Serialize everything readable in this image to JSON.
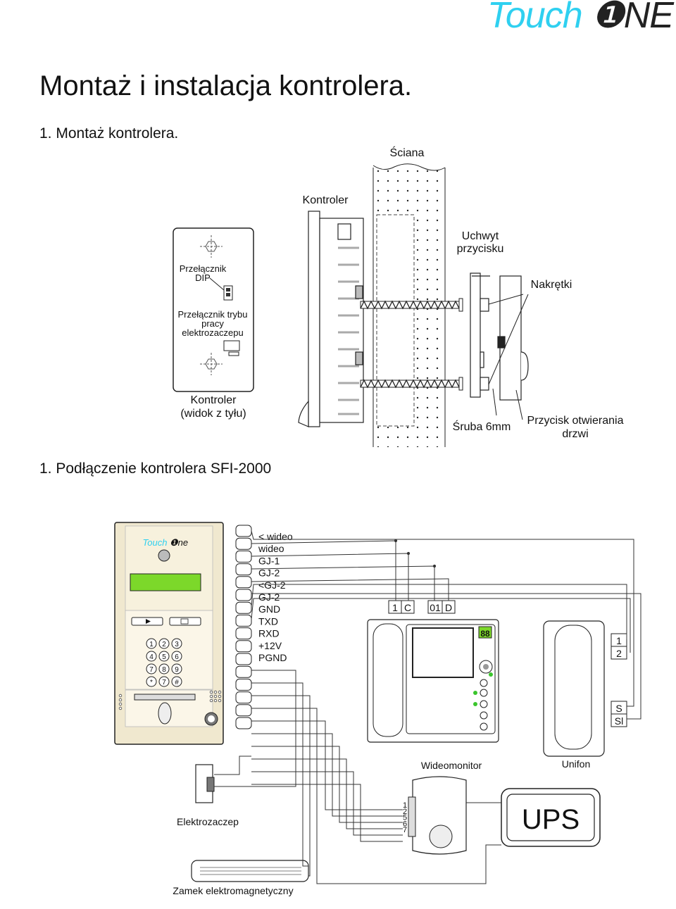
{
  "brand": {
    "touch": "Touch",
    "one": "❶NE"
  },
  "title": "Montaż i instalacja kontrolera.",
  "section1": "1. Montaż kontrolera.",
  "section2": "1. Podłączenie kontrolera SFI-2000",
  "mount": {
    "wall": "Ściana",
    "controller": "Kontroler",
    "button_holder_1": "Uchwyt",
    "button_holder_2": "przycisku",
    "nuts": "Nakrętki",
    "dip_1": "Przełącznik",
    "dip_2": "DIP",
    "mode_1": "Przełącznik trybu",
    "mode_2": "pracy",
    "mode_3": "elektrozaczepu",
    "back_1": "Kontroler",
    "back_2": "(widok z tyłu)",
    "screw": "Śruba 6mm",
    "button_1": "Przycisk otwierania",
    "button_2": "drzwi"
  },
  "panel": {
    "brand_touch": "Touch",
    "brand_one": "❶ne",
    "keys": [
      "1",
      "2",
      "3",
      "4",
      "5",
      "6",
      "7",
      "8",
      "9",
      "*",
      "7",
      "#"
    ]
  },
  "terminals": [
    "< wideo",
    "wideo",
    "GJ-1",
    "GJ-2",
    "<GJ-2",
    "GJ-2",
    "GND",
    "TXD",
    "RXD",
    "+12V",
    "PGND"
  ],
  "monitor": {
    "label": "Wideomonitor",
    "t1": "1",
    "t2": "C",
    "t3": "01",
    "t4": "D",
    "display": "88"
  },
  "unifon": {
    "label": "Unifon",
    "t1": "1",
    "t2": "2",
    "t3": "S",
    "t4": "Sl"
  },
  "strike": "Elektrozaczep",
  "maglock": "Zamek elektromagnetyczny",
  "ups": "UPS",
  "psu_terms": [
    "1",
    "2",
    "5",
    "6",
    "7"
  ]
}
